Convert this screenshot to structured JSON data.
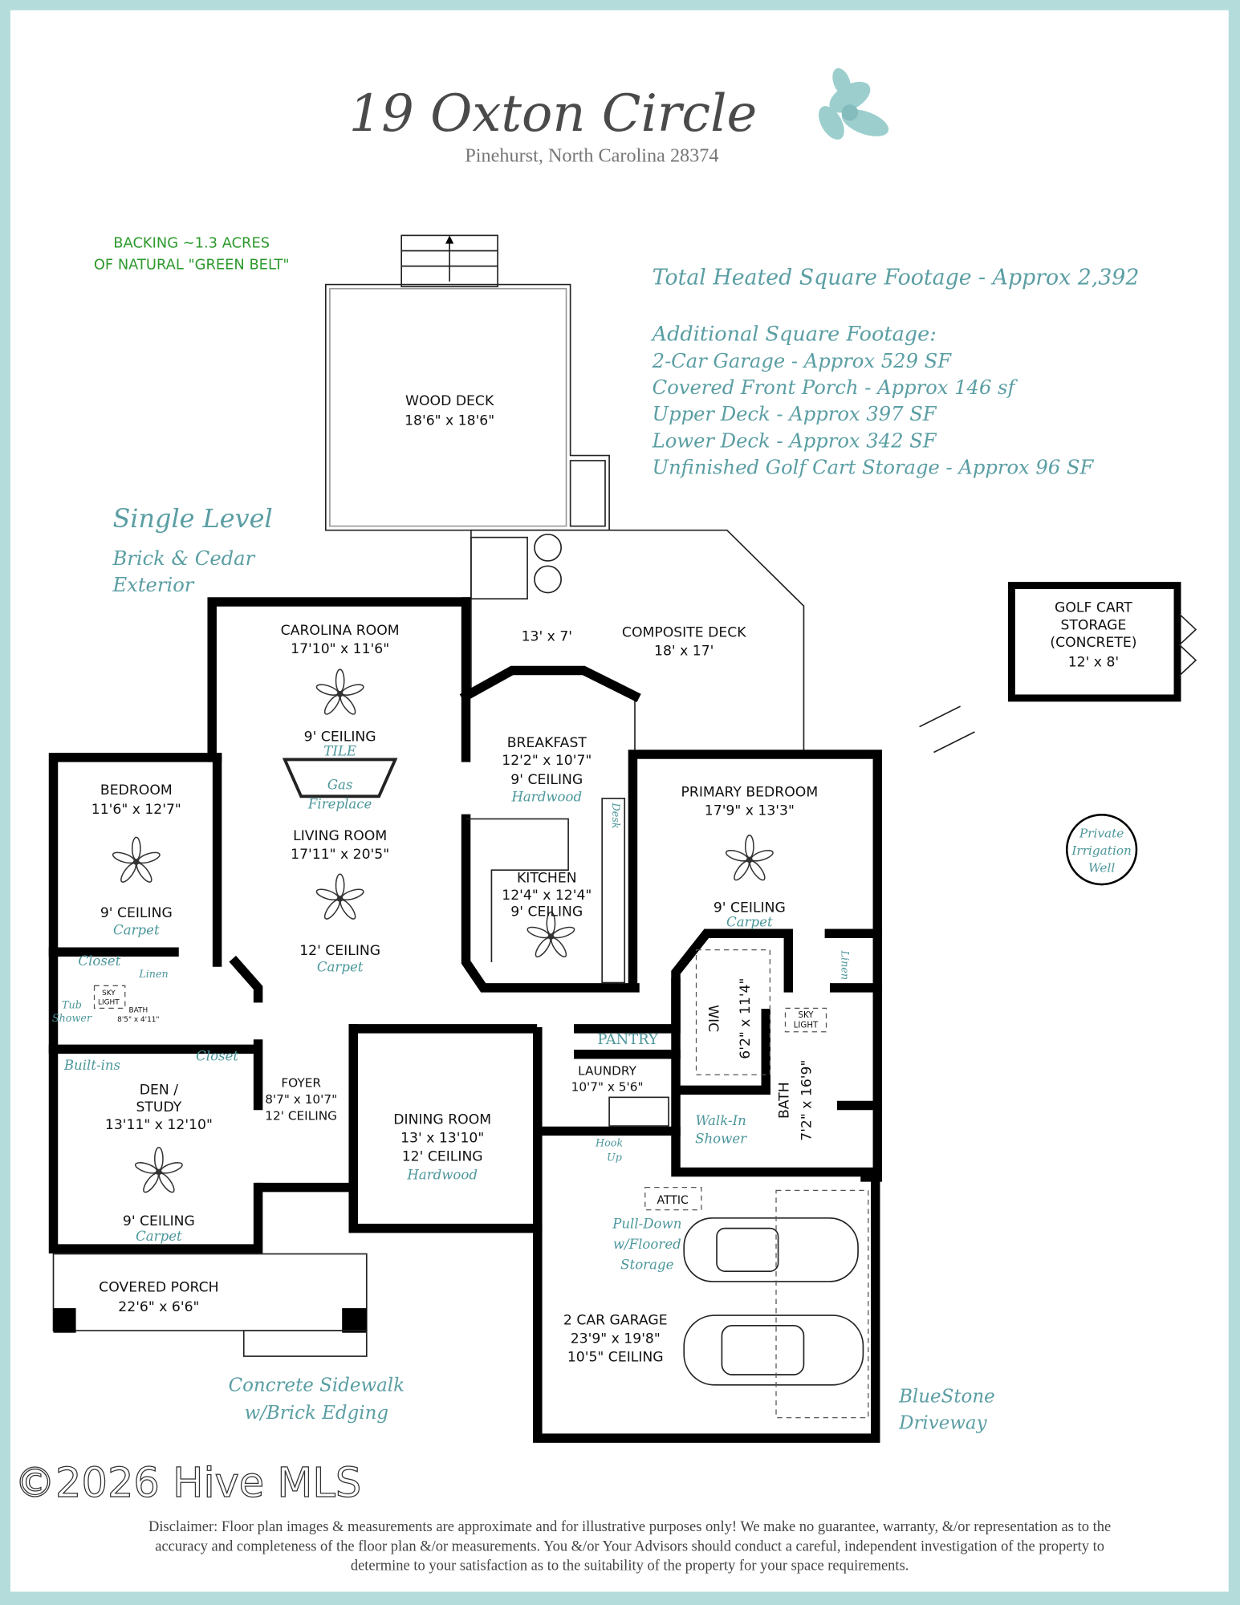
{
  "header": {
    "title": "19 Oxton Circle",
    "address": "Pinehurst, North Carolina 28374"
  },
  "notes": {
    "backing_line1": "BACKING ~1.3 ACRES",
    "backing_line2": "OF NATURAL \"GREEN BELT\"",
    "single_level": "Single Level",
    "exterior_line1": "Brick & Cedar",
    "exterior_line2": "Exterior",
    "sidewalk_line1": "Concrete Sidewalk",
    "sidewalk_line2": "w/Brick Edging",
    "driveway_line1": "BlueStone",
    "driveway_line2": "Driveway",
    "well_line1": "Private",
    "well_line2": "Irrigation",
    "well_line3": "Well"
  },
  "square_footage": {
    "total": "Total Heated Square Footage - Approx 2,392",
    "additional_heading": "Additional Square Footage:",
    "items": [
      "2-Car Garage - Approx 529 SF",
      "Covered Front Porch - Approx 146 sf",
      "Upper Deck - Approx 397 SF",
      "Lower Deck - Approx 342 SF",
      "Unfinished Golf Cart Storage - Approx 96 SF"
    ]
  },
  "rooms": {
    "wood_deck": {
      "name": "WOOD DECK",
      "size": "18'6\" x 18'6\""
    },
    "composite_deck": {
      "name": "COMPOSITE DECK",
      "size": "18' x 17'",
      "extra": "13' x 7'"
    },
    "golf_cart": {
      "line1": "GOLF CART",
      "line2": "STORAGE",
      "line3": "(CONCRETE)",
      "size": "12' x 8'"
    },
    "carolina": {
      "name": "CAROLINA ROOM",
      "size": "17'10\" x 11'6\"",
      "ceiling": "9' CEILING",
      "floor": "TILE"
    },
    "fireplace": {
      "line1": "Gas",
      "line2": "Fireplace"
    },
    "living": {
      "name": "LIVING ROOM",
      "size": "17'11\" x 20'5\"",
      "ceiling": "12' CEILING",
      "floor": "Carpet"
    },
    "bedroom": {
      "name": "BEDROOM",
      "size": "11'6\" x 12'7\"",
      "ceiling": "9' CEILING",
      "floor": "Carpet"
    },
    "bath1": {
      "name": "BATH",
      "size": "8'5\" x 4'11\"",
      "skylight1": "SKY",
      "skylight2": "LIGHT",
      "tub1": "Tub",
      "tub2": "Shower",
      "linen": "Linen",
      "closet": "Closet"
    },
    "den": {
      "line1": "DEN /",
      "line2": "STUDY",
      "size": "13'11\" x 12'10\"",
      "ceiling": "9' CEILING",
      "floor": "Carpet",
      "builtins": "Built-ins",
      "closet": "Closet"
    },
    "foyer": {
      "name": "FOYER",
      "size": "8'7\" x 10'7\"",
      "ceiling": "12' CEILING"
    },
    "dining": {
      "name": "DINING ROOM",
      "size": "13' x 13'10\"",
      "ceiling": "12' CEILING",
      "floor": "Hardwood"
    },
    "porch": {
      "name": "COVERED PORCH",
      "size": "22'6\" x 6'6\""
    },
    "breakfast": {
      "name": "BREAKFAST",
      "size": "12'2\" x 10'7\"",
      "ceiling": "9' CEILING",
      "floor": "Hardwood",
      "desk": "Desk"
    },
    "kitchen": {
      "name": "KITCHEN",
      "size": "12'4\" x 12'4\"",
      "ceiling": "9' CEILING"
    },
    "primary": {
      "name": "PRIMARY BEDROOM",
      "size": "17'9\" x 13'3\"",
      "ceiling": "9' CEILING",
      "floor": "Carpet",
      "linen": "Linen"
    },
    "wic": {
      "name": "WIC",
      "size": "6'2\" x 11'4\""
    },
    "bath2": {
      "name": "BATH",
      "size": "7'2\" x 16'9\"",
      "skylight1": "SKY",
      "skylight2": "LIGHT",
      "shower1": "Walk-In",
      "shower2": "Shower"
    },
    "pantry": {
      "name": "PANTRY"
    },
    "laundry": {
      "name": "LAUNDRY",
      "size": "10'7\" x 5'6\"",
      "hook1": "Hook",
      "hook2": "Up"
    },
    "attic": {
      "name": "ATTIC",
      "line1": "Pull-Down",
      "line2": "w/Floored",
      "line3": "Storage"
    },
    "garage": {
      "name": "2 CAR GARAGE",
      "size": "23'9\" x 19'8\"",
      "ceiling": "10'5\" CEILING"
    }
  },
  "disclaimer": {
    "line1": "Disclaimer: Floor plan images & measurements are approximate and for illustrative purposes only!  We make no guarantee, warranty, &/or representation as to the",
    "line2": "accuracy and completeness of the floor plan &/or measurements. You &/or Your Advisors should conduct a careful, independent investigation of the property to",
    "line3": "determine to your satisfaction as to the suitability of the property for your space requirements."
  },
  "watermark": "©2026 Hive MLS",
  "colors": {
    "border": "#b4dcdb",
    "teal": "#4c979b",
    "green": "#2c9a2c"
  }
}
